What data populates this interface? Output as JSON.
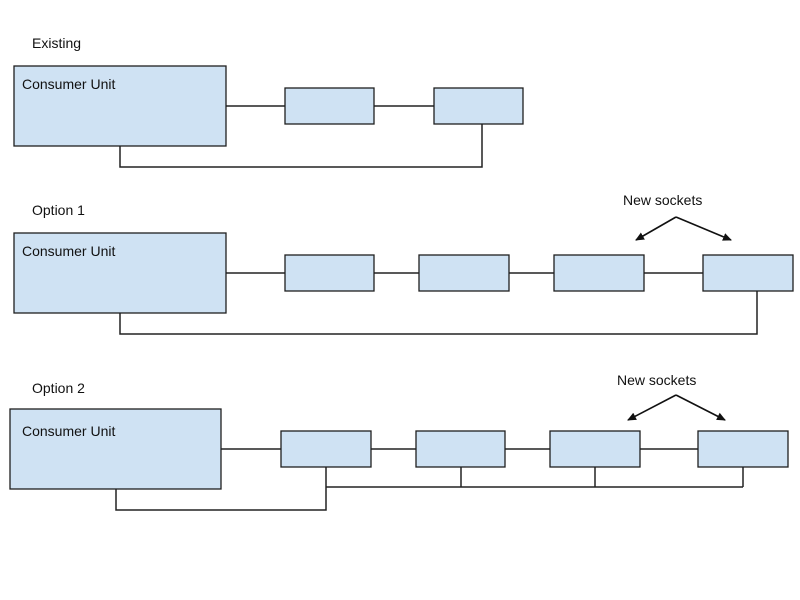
{
  "colors": {
    "box_fill": "#cfe2f3",
    "box_stroke": "#1f1f1f",
    "wire": "#222222",
    "text": "#111111",
    "background": "#ffffff"
  },
  "sections": [
    {
      "key": "existing",
      "title": "Existing",
      "consumer_unit_label": "Consumer Unit",
      "socket_count": 2,
      "new_sockets_label": ""
    },
    {
      "key": "option1",
      "title": "Option 1",
      "consumer_unit_label": "Consumer Unit",
      "socket_count": 4,
      "new_sockets_label": "New sockets"
    },
    {
      "key": "option2",
      "title": "Option 2",
      "consumer_unit_label": "Consumer Unit",
      "socket_count": 4,
      "new_sockets_label": "New sockets"
    }
  ]
}
